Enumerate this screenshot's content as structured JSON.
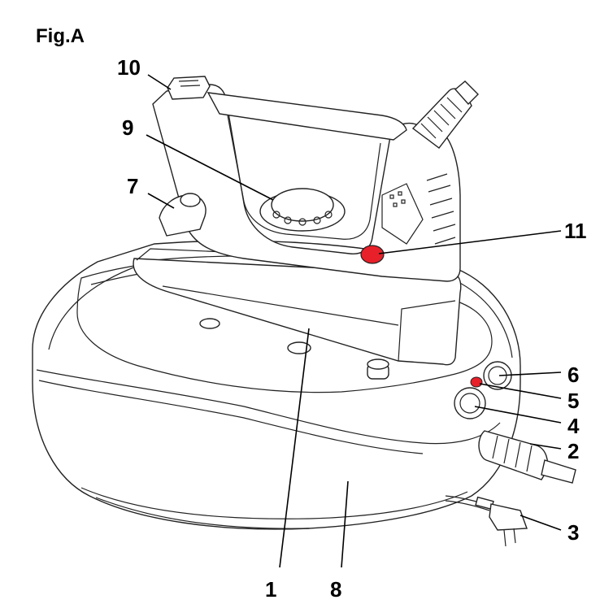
{
  "figure": {
    "title": "Fig.A",
    "accent_color": "#e8202a",
    "callouts": [
      {
        "id": "1",
        "label": "1"
      },
      {
        "id": "2",
        "label": "2"
      },
      {
        "id": "3",
        "label": "3"
      },
      {
        "id": "4",
        "label": "4"
      },
      {
        "id": "5",
        "label": "5"
      },
      {
        "id": "6",
        "label": "6"
      },
      {
        "id": "7",
        "label": "7"
      },
      {
        "id": "8",
        "label": "8"
      },
      {
        "id": "9",
        "label": "9"
      },
      {
        "id": "10",
        "label": "10"
      },
      {
        "id": "11",
        "label": "11"
      }
    ]
  }
}
